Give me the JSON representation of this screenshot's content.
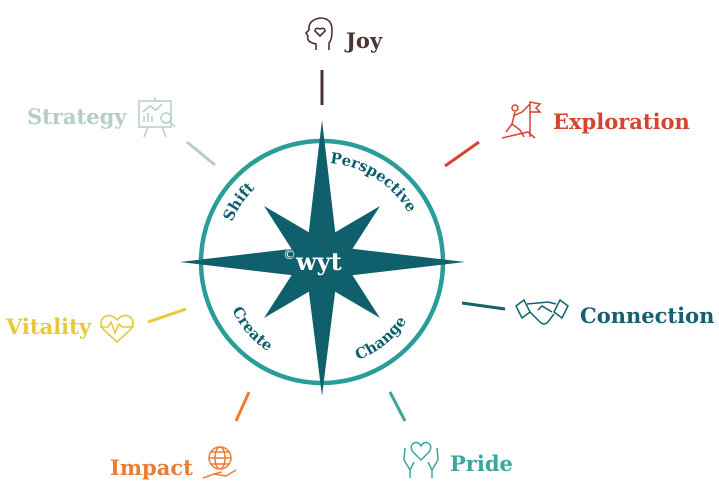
{
  "title": "Compass",
  "logo": {
    "text": "wyt",
    "copyright": "©"
  },
  "ring_words": [
    "Perspective",
    "Shift",
    "Create",
    "Change"
  ],
  "points": [
    {
      "label": "Joy",
      "icon": "head-heart-icon",
      "color": "#4a3434"
    },
    {
      "label": "Exploration",
      "icon": "climber-flag-icon",
      "color": "#d4442e"
    },
    {
      "label": "Strategy",
      "icon": "presentation-chart-icon",
      "color": "#b5cfc0"
    },
    {
      "label": "Connection",
      "icon": "handshake-icon",
      "color": "#155f6e"
    },
    {
      "label": "Vitality",
      "icon": "heart-pulse-icon",
      "color": "#e8c93a"
    },
    {
      "label": "Impact",
      "icon": "globe-hand-icon",
      "color": "#e87d35"
    },
    {
      "label": "Pride",
      "icon": "hands-heart-icon",
      "color": "#3aa79e"
    }
  ],
  "colors": {
    "star": "#0f5f6c",
    "ring": "#2a9d98"
  }
}
